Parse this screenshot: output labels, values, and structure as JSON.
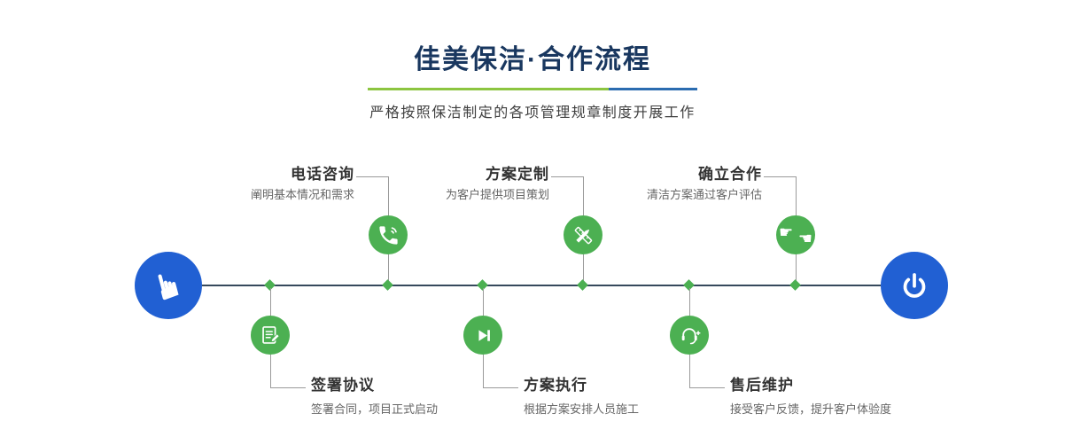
{
  "header": {
    "title": "佳美保洁·合作流程",
    "subtitle": "严格按照保洁制定的各项管理规章制度开展工作"
  },
  "icons": {
    "pointer_hand": "☛",
    "hand_right": "☛",
    "hand_left": "☚"
  },
  "steps_top": [
    {
      "title": "电话咨询",
      "desc": "阐明基本情况和需求",
      "icon": "phone-icon"
    },
    {
      "title": "方案定制",
      "desc": "为客户提供项目策划",
      "icon": "design-tools-icon"
    },
    {
      "title": "确立合作",
      "desc": "清洁方案通过客户评估",
      "icon": "handshake-icon"
    }
  ],
  "steps_bottom": [
    {
      "title": "签署协议",
      "desc": "签署合同，项目正式启动",
      "icon": "contract-icon"
    },
    {
      "title": "方案执行",
      "desc": "根据方案安排人员施工",
      "icon": "play-icon"
    },
    {
      "title": "售后维护",
      "desc": "接受客户反馈，提升客户体验度",
      "icon": "headset-icon"
    }
  ],
  "colors": {
    "accent_green": "#4cb052",
    "accent_blue": "#2160d3",
    "title_navy": "#19375f",
    "underline_green": "#8cc540",
    "underline_blue": "#2b6cb0",
    "axis_line": "#36495c"
  }
}
